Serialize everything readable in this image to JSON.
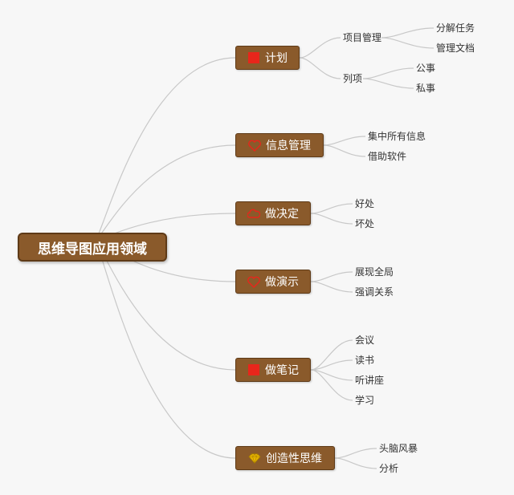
{
  "root": {
    "label": "思维导图应用领域"
  },
  "branches": [
    {
      "label": "计划",
      "icon": "red-square-icon",
      "children": [
        {
          "label": "项目管理",
          "children": [
            {
              "label": "分解任务"
            },
            {
              "label": "管理文档"
            }
          ]
        },
        {
          "label": "列项",
          "children": [
            {
              "label": "公事"
            },
            {
              "label": "私事"
            }
          ]
        }
      ]
    },
    {
      "label": "信息管理",
      "icon": "heart-icon",
      "children": [
        {
          "label": "集中所有信息"
        },
        {
          "label": "借助软件"
        }
      ]
    },
    {
      "label": "做决定",
      "icon": "cloud-icon",
      "children": [
        {
          "label": "好处"
        },
        {
          "label": "坏处"
        }
      ]
    },
    {
      "label": "做演示",
      "icon": "heart-icon",
      "children": [
        {
          "label": "展现全局"
        },
        {
          "label": "强调关系"
        }
      ]
    },
    {
      "label": "做笔记",
      "icon": "red-square-icon",
      "children": [
        {
          "label": "会议"
        },
        {
          "label": "读书"
        },
        {
          "label": "听讲座"
        },
        {
          "label": "学习"
        }
      ]
    },
    {
      "label": "创造性思维",
      "icon": "diamond-icon",
      "children": [
        {
          "label": "头脑风暴"
        },
        {
          "label": "分析"
        }
      ]
    }
  ],
  "colors": {
    "node_fill": "#8a5a2b",
    "node_border": "#5e3a17",
    "link": "#c8c8c8",
    "icon_red": "#e8261b",
    "icon_gold": "#e8b400"
  }
}
